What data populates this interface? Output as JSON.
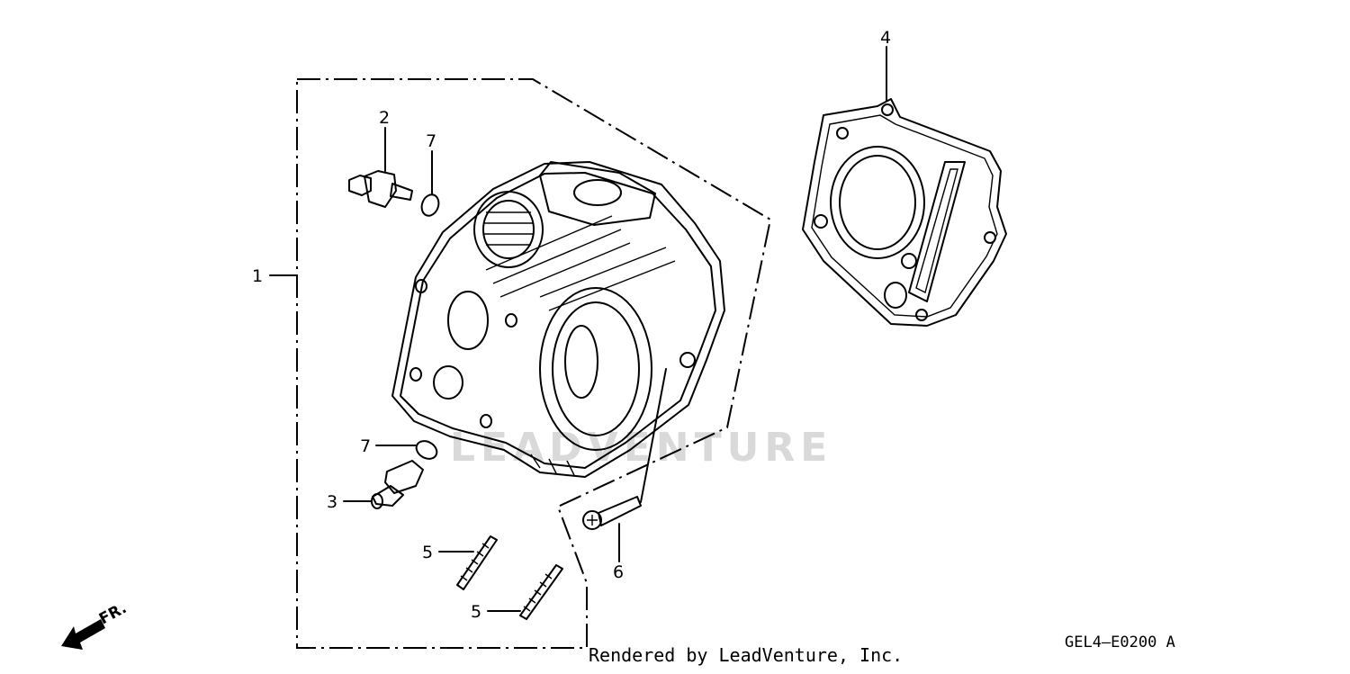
{
  "watermark": "LEADVENTURE",
  "credit": "Rendered by LeadVenture, Inc.",
  "diagram_code": "GEL4—E0200  A",
  "direction_label": "FR.",
  "callouts": {
    "c1": "1",
    "c2": "2",
    "c3": "3",
    "c4": "4",
    "c5a": "5",
    "c5b": "5",
    "c6": "6",
    "c7a": "7",
    "c7b": "7"
  },
  "icons": {
    "front_arrow": "front-direction-arrow-icon"
  }
}
